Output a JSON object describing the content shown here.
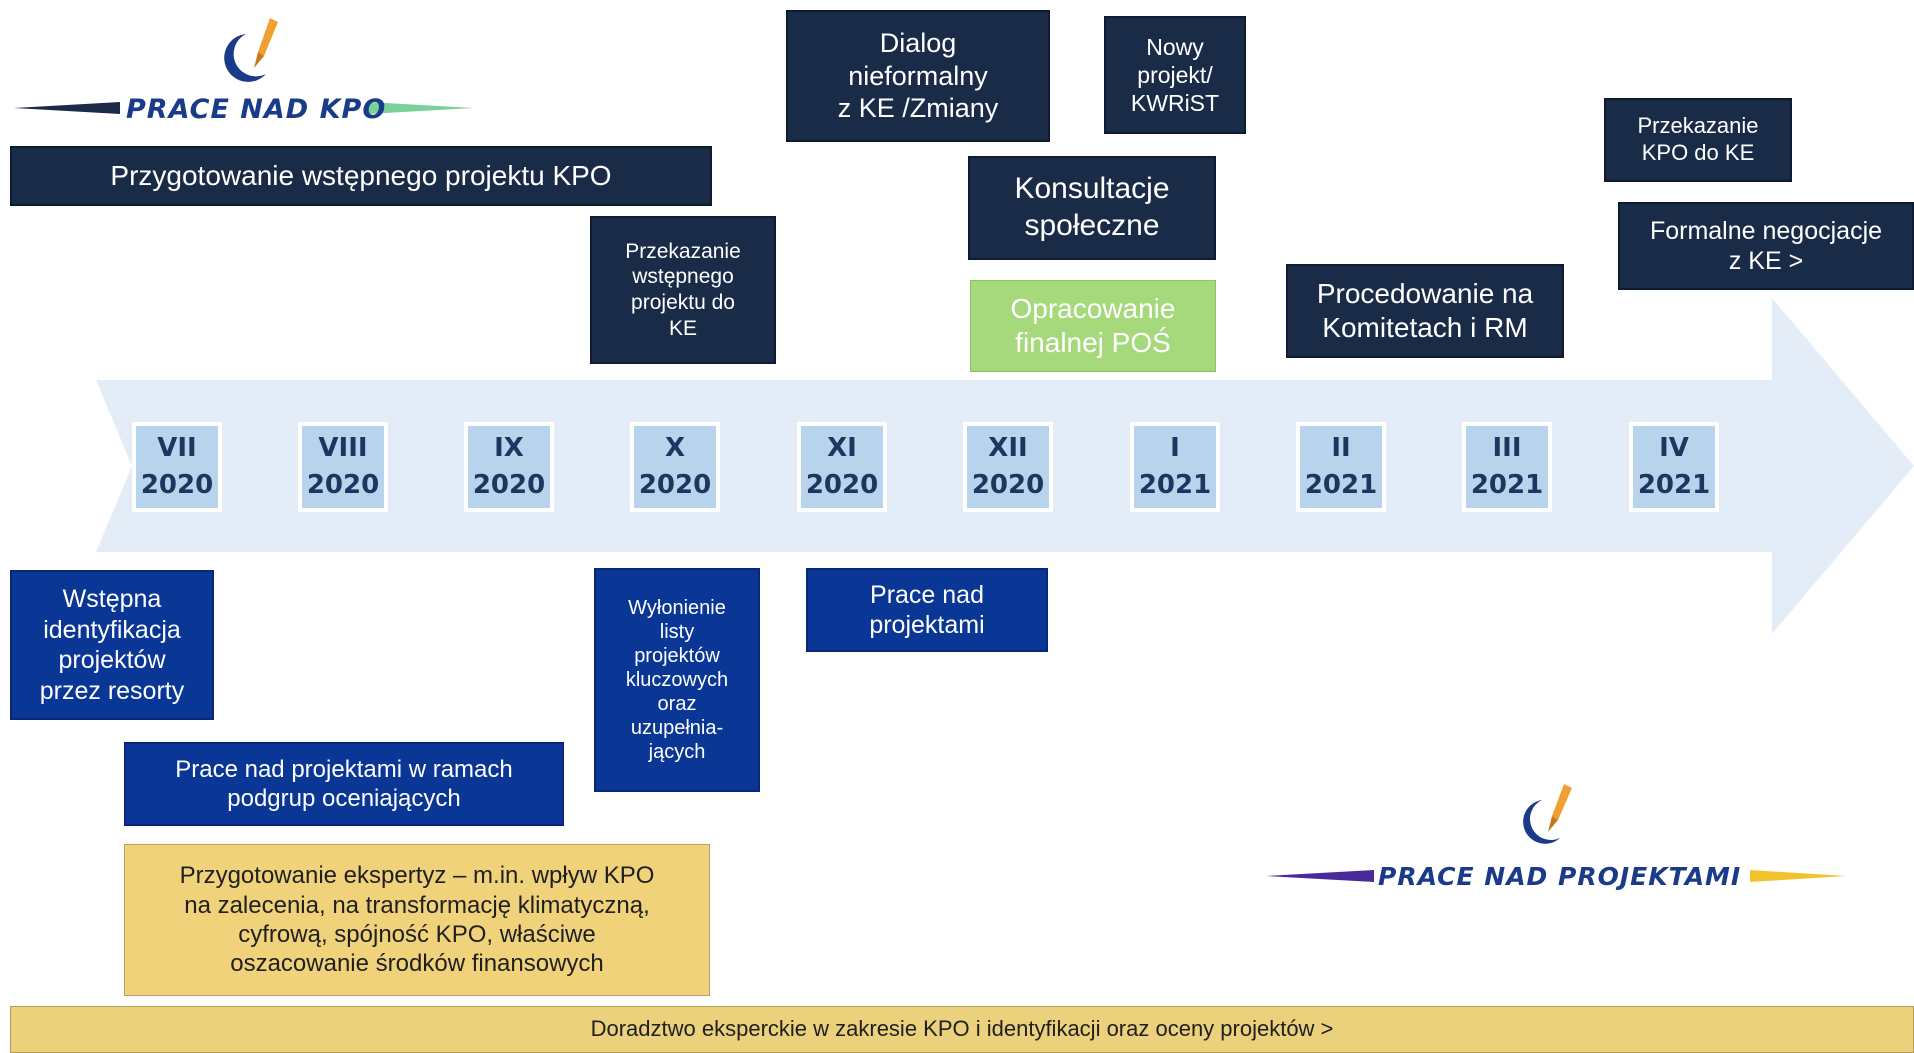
{
  "logos": {
    "top": "PRACE NAD KPO",
    "bottom": "PRACE NAD PROJEKTAMI"
  },
  "timeline": [
    {
      "month": "VII",
      "year": "2020"
    },
    {
      "month": "VIII",
      "year": "2020"
    },
    {
      "month": "IX",
      "year": "2020"
    },
    {
      "month": "X",
      "year": "2020"
    },
    {
      "month": "XI",
      "year": "2020"
    },
    {
      "month": "XII",
      "year": "2020"
    },
    {
      "month": "I",
      "year": "2021"
    },
    {
      "month": "II",
      "year": "2021"
    },
    {
      "month": "III",
      "year": "2021"
    },
    {
      "month": "IV",
      "year": "2021"
    }
  ],
  "above": {
    "przygotowanie": "Przygotowanie wstępnego projektu KPO",
    "przekazanie_wstepnego": [
      "Przekazanie",
      "wstępnego",
      "projektu do",
      "KE"
    ],
    "dialog": [
      "Dialog",
      "nieformalny",
      "z KE /Zmiany"
    ],
    "nowy_projekt": [
      "Nowy",
      "projekt/",
      "KWRiST"
    ],
    "konsultacje": [
      "Konsultacje",
      "społeczne"
    ],
    "opracowanie": [
      "Opracowanie",
      "finalnej POŚ"
    ],
    "procedowanie": [
      "Procedowanie na",
      "Komitetach i RM"
    ],
    "przekazanie_kpo": [
      "Przekazanie",
      "KPO do KE"
    ],
    "formalne": [
      "Formalne negocjacje",
      "z KE >"
    ]
  },
  "below": {
    "wstepna": [
      "Wstępna",
      "identyfikacja",
      "projektów",
      "przez resorty"
    ],
    "prace_podgrup": [
      "Prace nad projektami w ramach",
      "podgrup oceniających"
    ],
    "wylonienie": [
      "Wyłonienie",
      "listy",
      "projektów",
      "kluczowych",
      "oraz",
      "uzupełnia-",
      "jących"
    ],
    "prace_nad": [
      "Prace nad",
      "projektami"
    ],
    "ekspertyzy": [
      "Przygotowanie ekspertyz – m.in. wpływ KPO",
      "na zalecenia, na transformację klimatyczną,",
      "cyfrową, spójność KPO, właściwe",
      "oszacowanie środków finansowych"
    ],
    "doradztwo": "Doradztwo eksperckie w zakresie KPO i identyfikacji oraz oceny projektów >"
  },
  "colors": {
    "navy": "#1a2b48",
    "blue": "#0a3696",
    "green": "#a6d97c",
    "gold": "#f0d27a",
    "arrow": "#e4edf7",
    "month_box": "#b8d4ec"
  }
}
